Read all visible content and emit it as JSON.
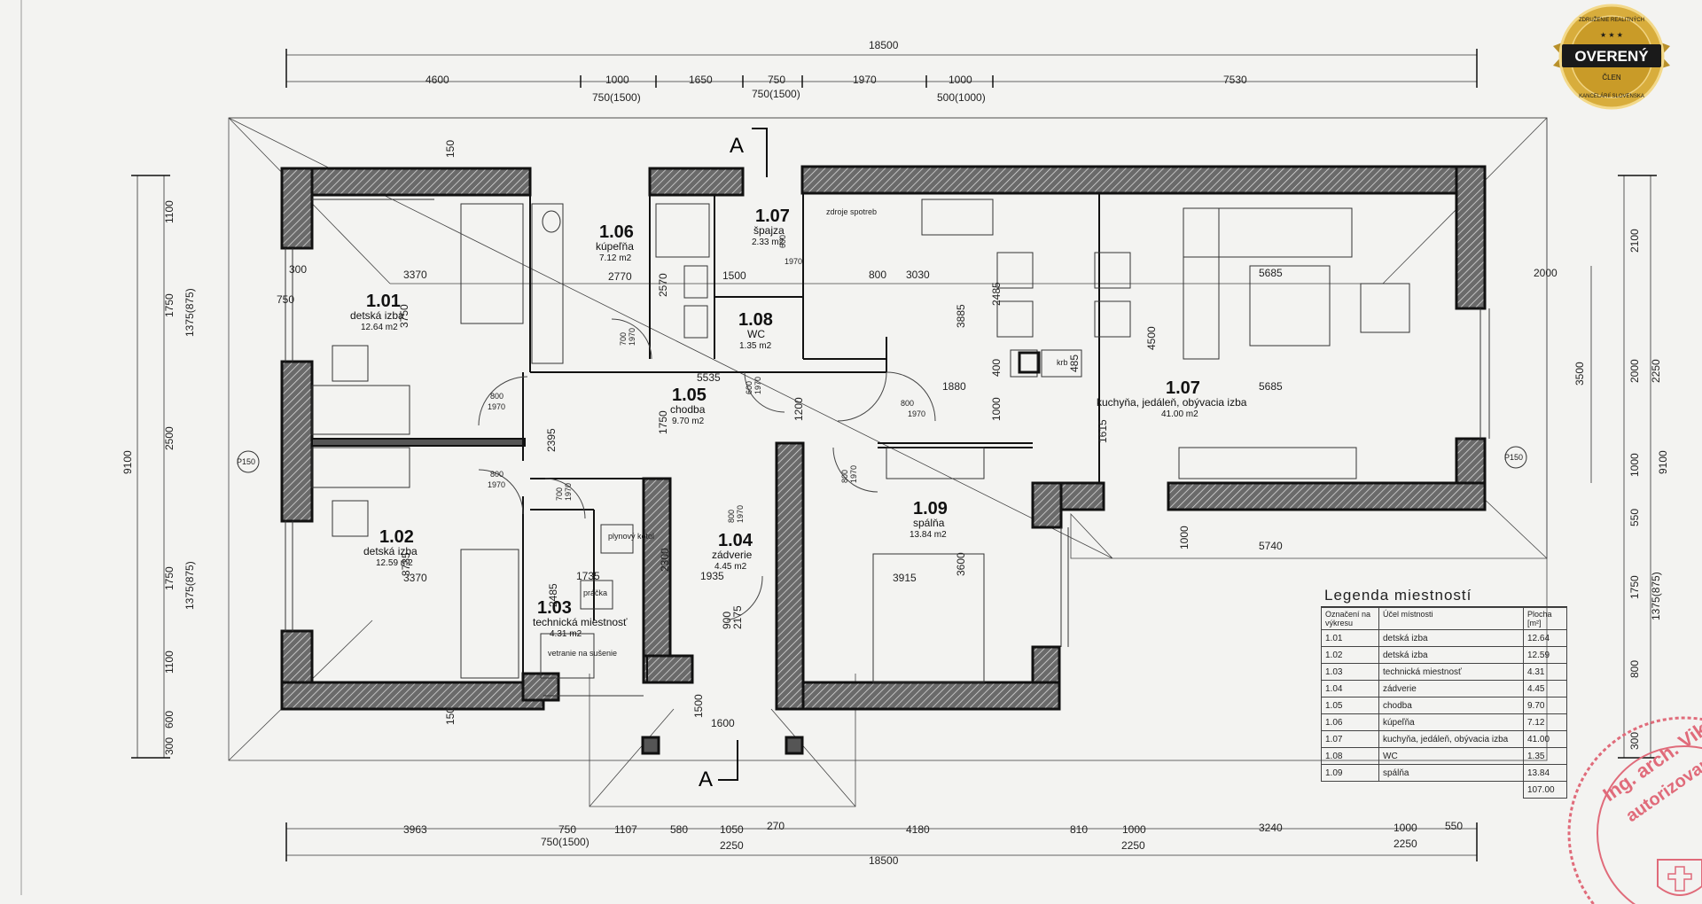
{
  "badge": {
    "main": "OVERENÝ",
    "sub": "ČLEN",
    "top": "ZDRUŽENIE REALITNÝCH",
    "bottom": "KANCELÁRIÍ SLOVENSKA"
  },
  "stamp": {
    "line1": "Ing. arch. Vikt",
    "line2": "autorizovaný ar"
  },
  "section_marks": {
    "top": "A",
    "bottom": "A"
  },
  "dims": {
    "top_total": "18500",
    "top_row": [
      "4600",
      "1000",
      "1650",
      "750",
      "1970",
      "1000",
      "7530"
    ],
    "top_sub": [
      "750(1500)",
      "750(1500)",
      "500(1000)"
    ],
    "bottom_total": "18500",
    "bottom_row": [
      "3963",
      "750",
      "1107",
      "580",
      "1050",
      "270",
      "4180",
      "810",
      "1000",
      "3240",
      "1000",
      "550"
    ],
    "bottom_sub": [
      "750(1500)",
      "2250",
      "2250",
      "2250"
    ],
    "left_total": "9100",
    "left_row": [
      "1100",
      "1750",
      "2500",
      "1750",
      "1100",
      "600",
      "300"
    ],
    "left_sub": [
      "1375(875)",
      "1375(875)"
    ],
    "right_total": "9100",
    "right_row": [
      "2100",
      "2000",
      "1000",
      "550",
      "1750",
      "800",
      "300"
    ],
    "right_sub": [
      "2250",
      "1375(875)",
      "3500",
      "2000"
    ],
    "p150": "P150",
    "inner": [
      "3370",
      "300",
      "750",
      "3750",
      "2770",
      "2570",
      "1500",
      "3030",
      "5685",
      "5685",
      "2485",
      "3885",
      "4500",
      "1880",
      "1000",
      "1615",
      "5535",
      "2395",
      "1750",
      "1735",
      "2485",
      "3370",
      "3735",
      "1935",
      "2300",
      "3915",
      "3600",
      "5740",
      "1000",
      "1600",
      "1500",
      "150",
      "150",
      "800",
      "1200",
      "400",
      "485",
      "900",
      "2175"
    ],
    "doors": [
      "800",
      "1970",
      "700",
      "1970",
      "600",
      "1970",
      "800",
      "1970",
      "800",
      "1970",
      "700",
      "1970",
      "800",
      "1970",
      "800",
      "1970",
      "600",
      "1970"
    ]
  },
  "rooms": [
    {
      "num": "1.01",
      "name": "detská izba",
      "area": "12.64 m2"
    },
    {
      "num": "1.02",
      "name": "detská izba",
      "area": "12.59 m2"
    },
    {
      "num": "1.03",
      "name": "technická miestnosť",
      "area": "4.31 m2"
    },
    {
      "num": "1.04",
      "name": "zádverie",
      "area": "4.45 m2"
    },
    {
      "num": "1.05",
      "name": "chodba",
      "area": "9.70 m2"
    },
    {
      "num": "1.06",
      "name": "kúpeľňa",
      "area": "7.12 m2"
    },
    {
      "num": "1.07",
      "name": "špajza",
      "area": "2.33 m2"
    },
    {
      "num": "1.08",
      "name": "WC",
      "area": "1.35 m2"
    },
    {
      "num": "1.07",
      "name": "kuchyňa, jedáleň, obývacia izba",
      "area": "41.00 m2"
    },
    {
      "num": "1.09",
      "name": "spálňa",
      "area": "13.84 m2"
    }
  ],
  "fixtures": {
    "boiler": "plynový kotol",
    "washer": "práčka",
    "vent": "vetranie na sušenie",
    "fireplace": "krb",
    "cooker": "zdroje spotreb"
  },
  "legend": {
    "title": "Legenda miestností",
    "headers": [
      "Označení na výkresu",
      "Účel místnosti",
      "Plocha [m²]"
    ],
    "rows": [
      [
        "1.01",
        "detská izba",
        "12.64"
      ],
      [
        "1.02",
        "detská izba",
        "12.59"
      ],
      [
        "1.03",
        "technická miestnosť",
        "4.31"
      ],
      [
        "1.04",
        "zádverie",
        "4.45"
      ],
      [
        "1.05",
        "chodba",
        "9.70"
      ],
      [
        "1.06",
        "kúpeľňa",
        "7.12"
      ],
      [
        "1.07",
        "kuchyňa, jedáleň, obývacia izba",
        "41.00"
      ],
      [
        "1.08",
        "WC",
        "1.35"
      ],
      [
        "1.09",
        "spálňa",
        "13.84"
      ]
    ],
    "total": "107.00"
  }
}
